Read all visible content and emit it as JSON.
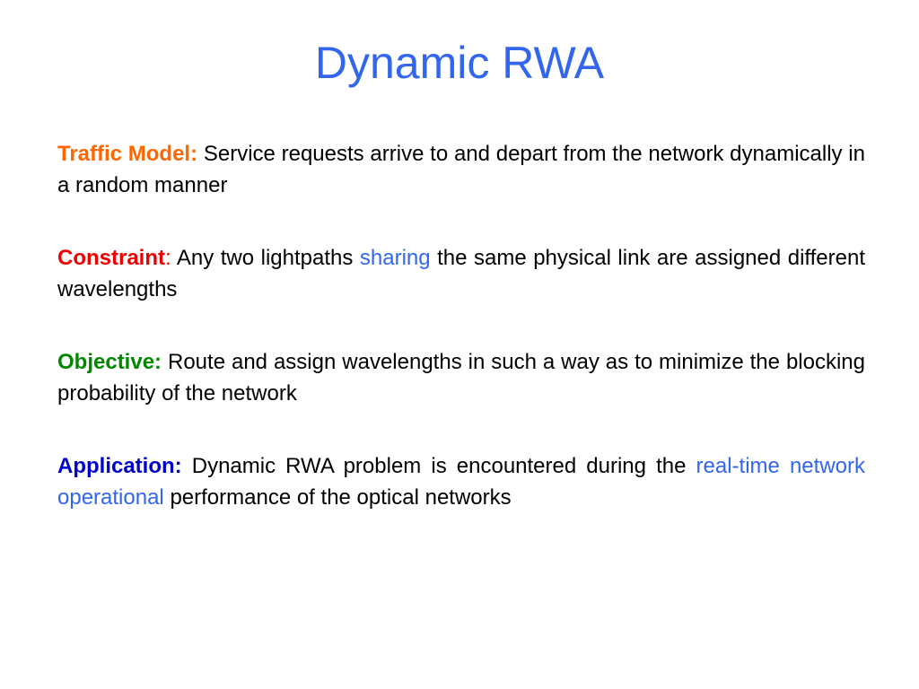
{
  "title": "Dynamic RWA",
  "colors": {
    "title": "#3366ee",
    "traffic_label": "#ff6600",
    "constraint_label": "#ee0000",
    "objective_label": "#008800",
    "application_label": "#0000cc",
    "highlight": "#3366ee",
    "body_text": "#000000"
  },
  "paragraphs": {
    "traffic": {
      "label": "Traffic Model:",
      "text": "Service requests arrive to and depart from the network dynamically in a random manner"
    },
    "constraint": {
      "label": "Constraint",
      "label_colon": ":",
      "text_before": "Any two lightpaths",
      "highlight": "sharing",
      "text_after": "the same physical link are assigned different wavelengths"
    },
    "objective": {
      "label": "Objective:",
      "text": "Route and assign wavelengths in such a way as to minimize the blocking probability of the network"
    },
    "application": {
      "label": "Application:",
      "text_before": "Dynamic RWA problem is encountered during the",
      "highlight": "real-time network operational",
      "text_after": "performance of the optical networks"
    }
  }
}
